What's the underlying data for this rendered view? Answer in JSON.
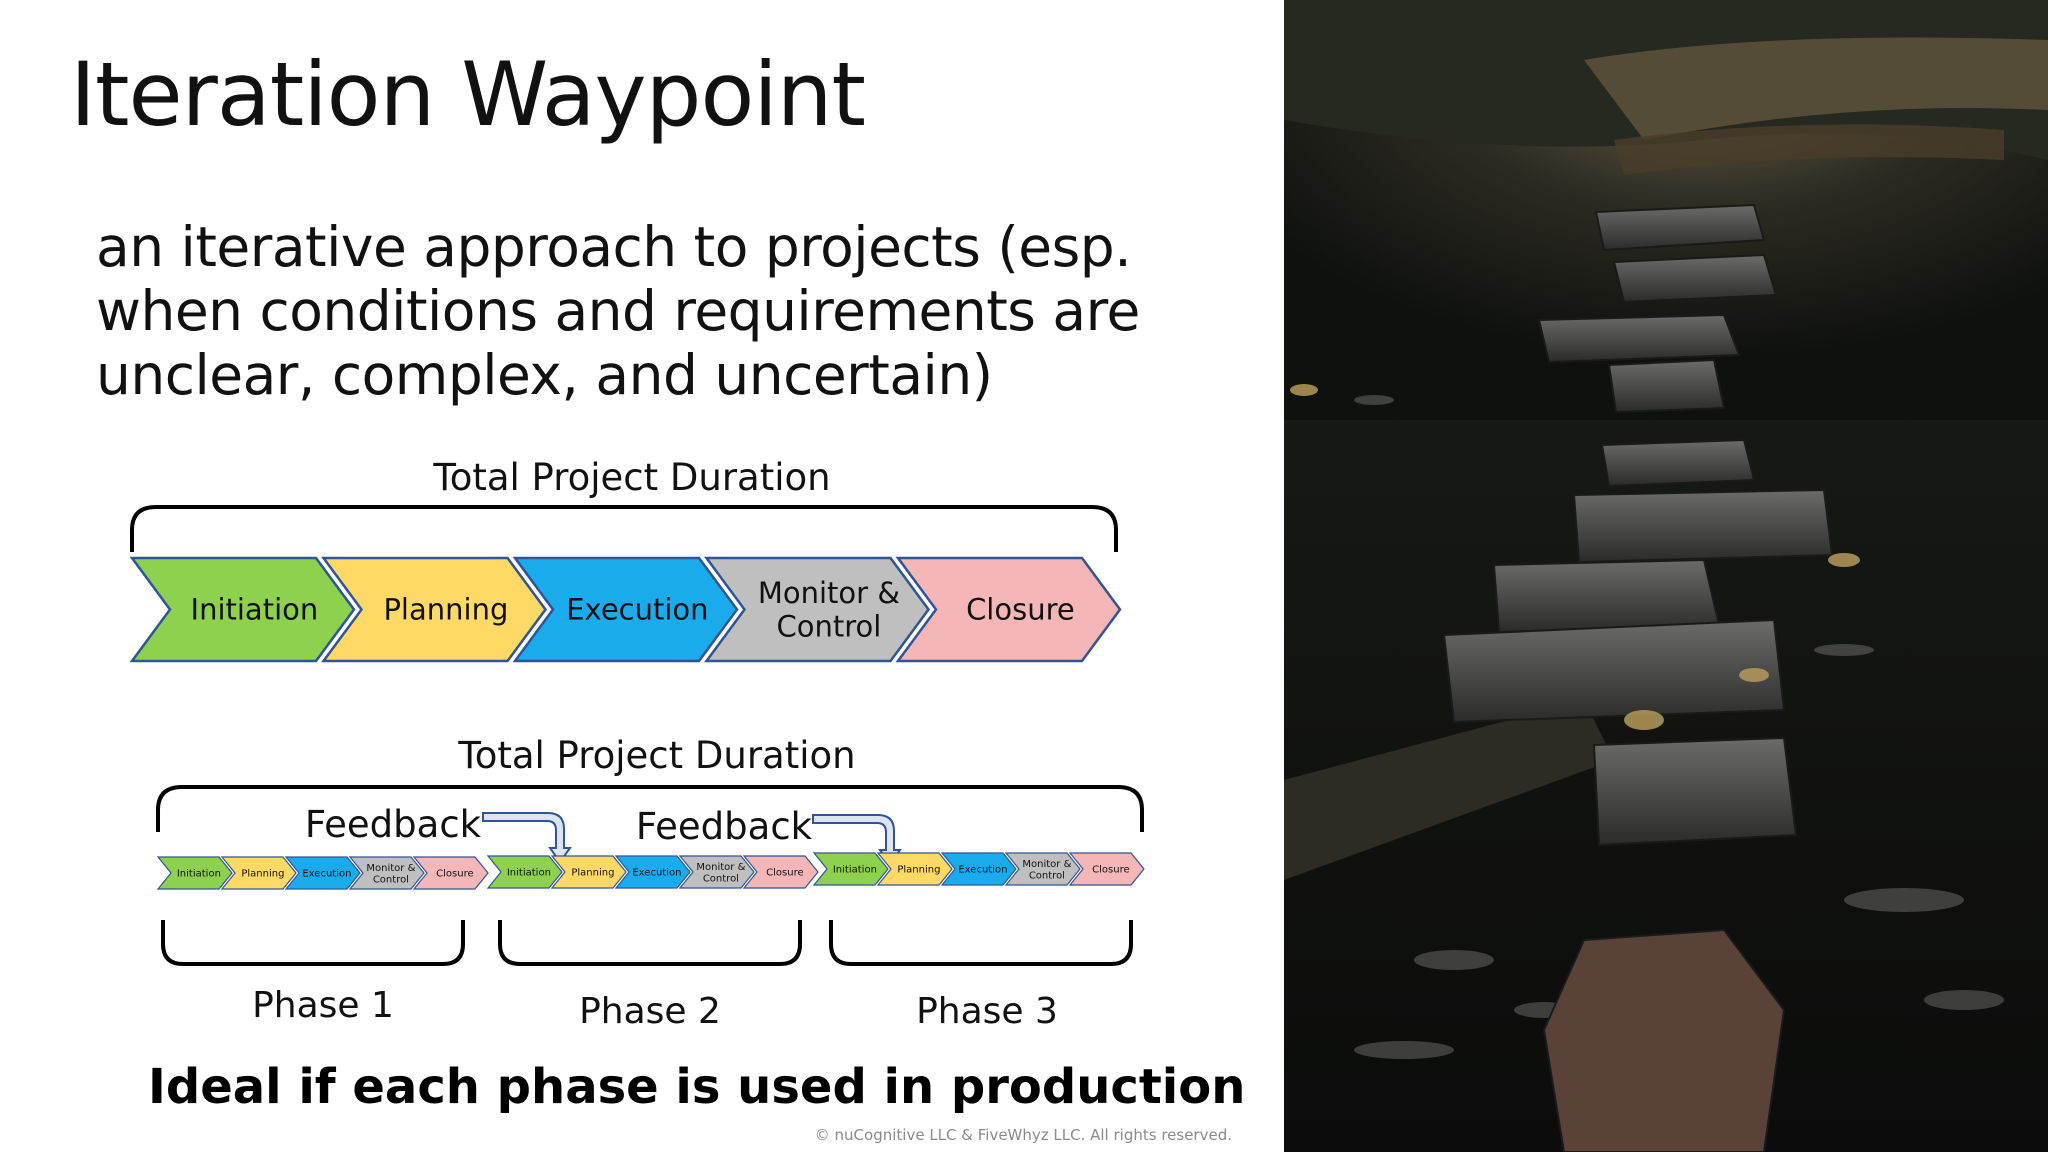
{
  "slide": {
    "title": "Iteration Waypoint",
    "subtitle": "an iterative approach to projects (esp. when conditions and requirements are unclear, complex, and uncertain)",
    "note": "Ideal if each phase is used in production",
    "copyright": "© nuCognitive LLC & FiveWhyz LLC. All rights reserved."
  },
  "diagram": {
    "top_label": "Total Project Duration",
    "bottom_label": "Total Project Duration",
    "stages": [
      {
        "label": "Initiation",
        "color": "#8dd14e"
      },
      {
        "label": "Planning",
        "color": "#ffd966"
      },
      {
        "label": "Execution",
        "color": "#1aabec"
      },
      {
        "label": "Monitor & Control",
        "color": "#bfbfbf"
      },
      {
        "label": "Closure",
        "color": "#f4b6b6"
      }
    ],
    "feedback_labels": [
      "Feedback",
      "Feedback"
    ],
    "phases": [
      "Phase 1",
      "Phase 2",
      "Phase 3"
    ]
  },
  "colors": {
    "chevron_border": "#2f5597",
    "feedback_arrow": "#dbe4f0",
    "photo_background": "#161915"
  }
}
